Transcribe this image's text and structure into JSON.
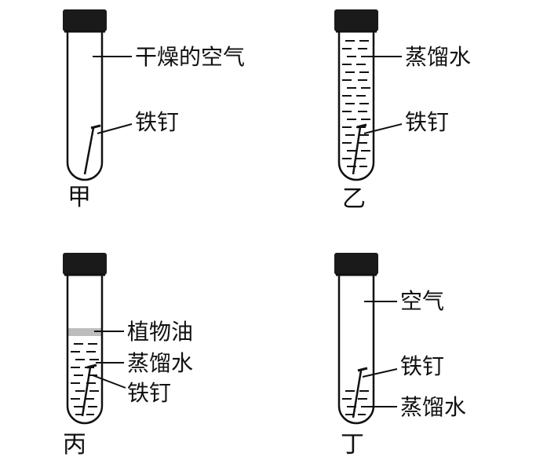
{
  "tubes": [
    {
      "id": "jia",
      "caption": "甲",
      "labels": {
        "air": "干燥的空气",
        "nail": "铁钉"
      },
      "contents": {
        "stopper": true,
        "water_fraction": 0,
        "oil_layer": false
      }
    },
    {
      "id": "yi",
      "caption": "乙",
      "labels": {
        "water": "蒸馏水",
        "nail": "铁钉"
      },
      "contents": {
        "stopper": true,
        "water_fraction": 1,
        "oil_layer": false
      }
    },
    {
      "id": "bing",
      "caption": "丙",
      "labels": {
        "oil": "植物油",
        "water": "蒸馏水",
        "nail": "铁钉"
      },
      "contents": {
        "stopper": true,
        "water_fraction": 0.55,
        "oil_layer": true
      }
    },
    {
      "id": "ding",
      "caption": "丁",
      "labels": {
        "air": "空气",
        "nail": "铁钉",
        "water": "蒸馏水"
      },
      "contents": {
        "stopper": true,
        "water_fraction": 0.2,
        "oil_layer": false
      }
    }
  ],
  "colors": {
    "line": "#111111",
    "oil": "#bdbdbd",
    "stopper": "#1a1a1a"
  }
}
